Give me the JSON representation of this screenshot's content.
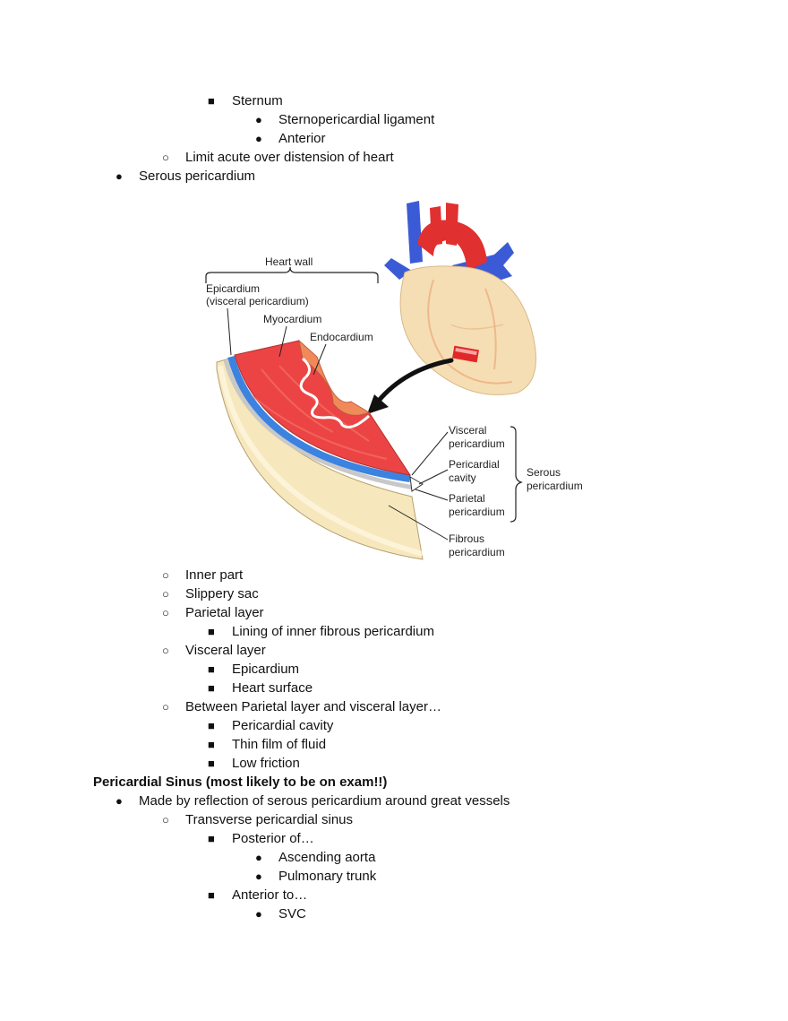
{
  "outline_top": {
    "sternum": "Sternum",
    "sternopericardial": "Sternopericardial ligament",
    "anterior": "Anterior",
    "limit": "Limit acute over distension of heart",
    "serous": "Serous pericardium"
  },
  "markers": {
    "disc": "●",
    "circle": "○",
    "square": "■"
  },
  "figure": {
    "heart_wall": "Heart wall",
    "epicardium_1": "Epicardium",
    "epicardium_2": "(visceral pericardium)",
    "myocardium": "Myocardium",
    "endocardium": "Endocardium",
    "visceral_1": "Visceral",
    "visceral_2": "pericardium",
    "cavity_1": "Pericardial",
    "cavity_2": "cavity",
    "parietal_1": "Parietal",
    "parietal_2": "pericardium",
    "fibrous_1": "Fibrous",
    "fibrous_2": "pericardium",
    "serous_1": "Serous",
    "serous_2": "pericardium"
  },
  "outline_bottom": {
    "inner_part": "Inner part",
    "slippery_sac": "Slippery sac",
    "parietal_layer": "Parietal layer",
    "lining": "Lining of inner fibrous pericardium",
    "visceral_layer": "Visceral layer",
    "epicardium": "Epicardium",
    "heart_surface": "Heart surface",
    "between": "Between Parietal layer and visceral layer…",
    "pericardial_cavity": "Pericardial cavity",
    "thin_film": "Thin film of fluid",
    "low_friction": "Low friction"
  },
  "sinus": {
    "heading": "Pericardial Sinus (most likely to be on exam!!)",
    "made_by": "Made by reflection of serous pericardium around great vessels",
    "transverse": "Transverse pericardial sinus",
    "posterior_of": "Posterior of…",
    "ascending_aorta": "Ascending aorta",
    "pulmonary_trunk": "Pulmonary trunk",
    "anterior_to": "Anterior to…",
    "svc": "SVC"
  }
}
